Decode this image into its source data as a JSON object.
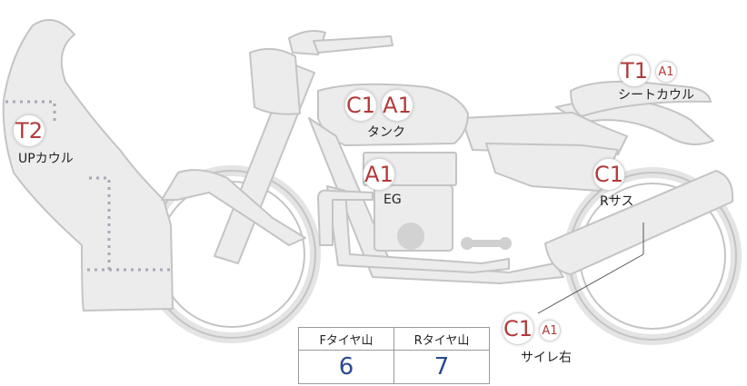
{
  "parts": [
    {
      "id": "up-cowl",
      "label": "UPカウル",
      "codes": [
        {
          "text": "T2",
          "size": "big"
        }
      ]
    },
    {
      "id": "tank",
      "label": "タンク",
      "codes": [
        {
          "text": "C1",
          "size": "big"
        },
        {
          "text": "A1",
          "size": "big"
        }
      ]
    },
    {
      "id": "engine",
      "label": "EG",
      "codes": [
        {
          "text": "A1",
          "size": "big"
        }
      ]
    },
    {
      "id": "seat-cowl",
      "label": "シートカウル",
      "codes": [
        {
          "text": "T1",
          "size": "big"
        },
        {
          "text": "A1",
          "size": "small"
        }
      ]
    },
    {
      "id": "r-suspension",
      "label": "Rサス",
      "codes": [
        {
          "text": "C1",
          "size": "big"
        }
      ]
    },
    {
      "id": "muffler-right",
      "label": "サイレ右",
      "codes": [
        {
          "text": "C1",
          "size": "big"
        },
        {
          "text": "A1",
          "size": "small"
        }
      ]
    }
  ],
  "tread_table": {
    "headers": [
      "Fタイヤ山",
      "Rタイヤ山"
    ],
    "values": [
      "6",
      "7"
    ]
  },
  "colors": {
    "bike_fill": "#ececec",
    "bike_stroke": "#c4c4c4",
    "code_text": "#b23a3a",
    "tread_value": "#2a4b8f",
    "dotted_line": "#a8a8b8"
  }
}
